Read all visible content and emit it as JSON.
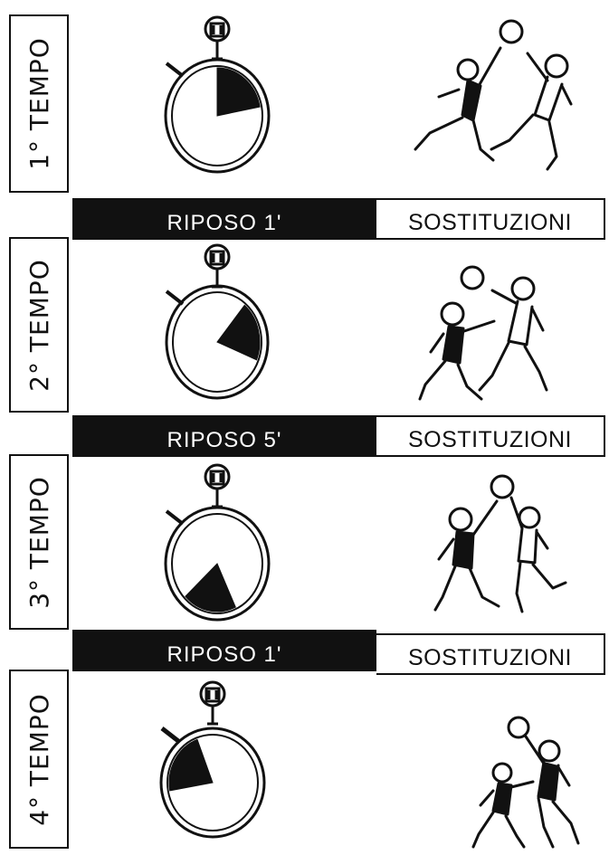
{
  "periods": [
    {
      "label": "1° TEMPO",
      "elapsed_fraction": 0.22,
      "after": {
        "riposo_label": "RIPOSO 1'",
        "substitutions_label": "SOSTITUZIONI"
      }
    },
    {
      "label": "2° TEMPO",
      "elapsed_fraction": 0.2,
      "after": {
        "riposo_label": "RIPOSO 5'",
        "substitutions_label": "SOSTITUZIONI"
      }
    },
    {
      "label": "3° TEMPO",
      "elapsed_fraction": 0.2,
      "after": {
        "riposo_label": "RIPOSO 1'",
        "substitutions_label": "SOSTITUZIONI"
      }
    },
    {
      "label": "4° TEMPO",
      "elapsed_fraction": 0.22
    }
  ],
  "colors": {
    "ink": "#111111",
    "paper": "#ffffff"
  }
}
